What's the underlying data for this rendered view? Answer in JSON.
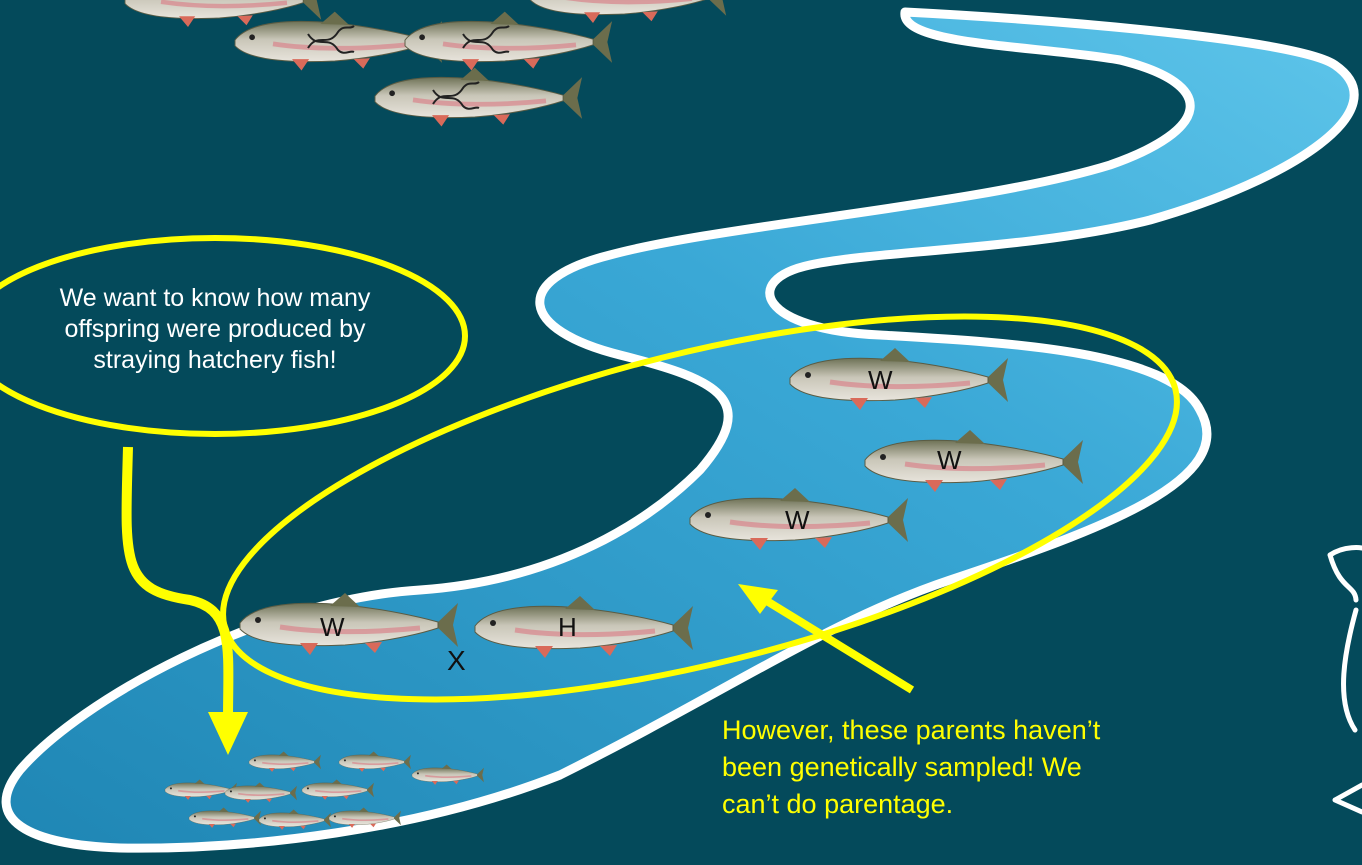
{
  "speech_bubble": {
    "lines": [
      "We want to know how many",
      "offspring were produced by",
      "straying hatchery fish!"
    ]
  },
  "note": {
    "lines": [
      "However, these parents haven’t",
      "been genetically sampled!  We",
      "can’t do parentage."
    ]
  },
  "fish_labels": {
    "w1": "W",
    "w2": "W",
    "w3": "W",
    "w4": "W",
    "h": "H"
  },
  "cross_label": "X",
  "colors": {
    "background": "#044a5b",
    "river": "#2f9fcc",
    "river_border": "#ffffff",
    "annotation": "#ffff00",
    "fish_body": "#b3b3a8"
  }
}
